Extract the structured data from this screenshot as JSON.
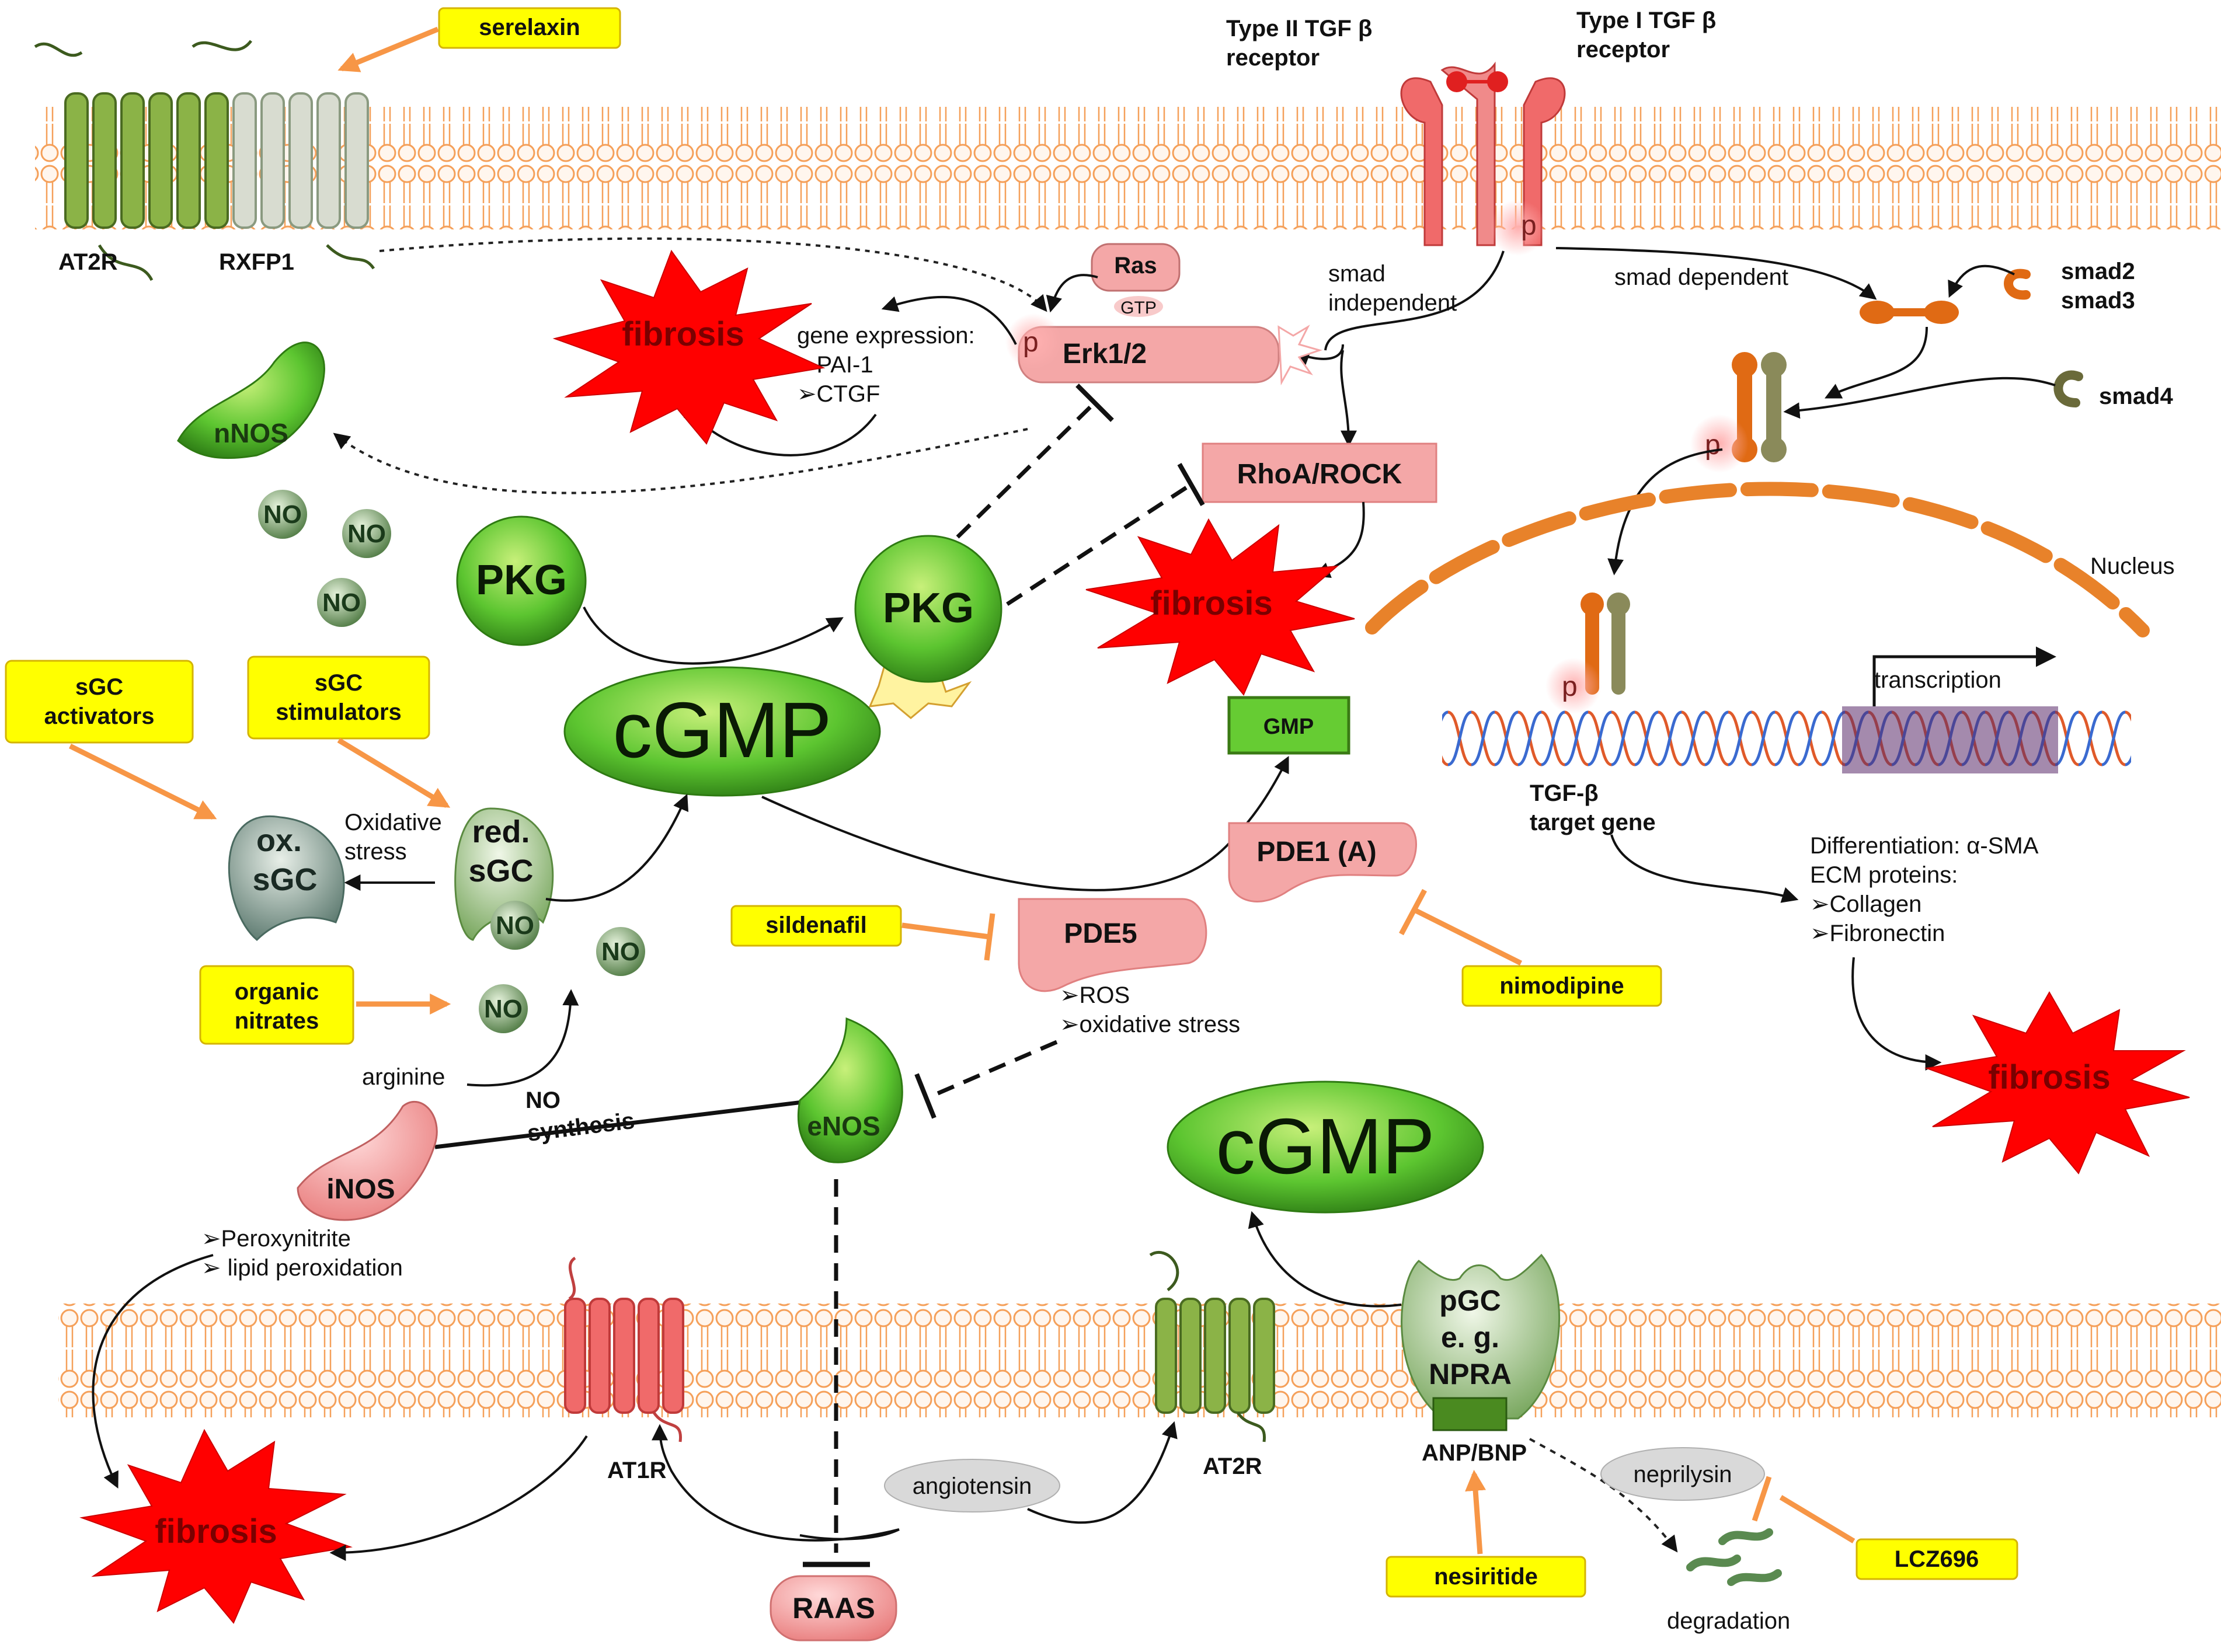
{
  "drugs": {
    "serelaxin": "serelaxin",
    "sgc_activators": [
      "sGC",
      "activators"
    ],
    "sgc_stimulators": [
      "sGC",
      "stimulators"
    ],
    "organic_nitrates": [
      "organic",
      "nitrates"
    ],
    "sildenafil": "sildenafil",
    "nimodipine": "nimodipine",
    "nesiritide": "nesiritide",
    "lcz696": "LCZ696"
  },
  "receptors": {
    "at2r_top": "AT2R",
    "rxfp1": "RXFP1",
    "type2_tgfb": [
      "Type II TGF β",
      "receptor"
    ],
    "type1_tgfb": [
      "Type I TGF β",
      "receptor"
    ],
    "at1r": "AT1R",
    "at2r_bottom": "AT2R",
    "pgc": [
      "pGC",
      "e. g.",
      "NPRA"
    ],
    "anp_bnp": "ANP/BNP"
  },
  "signaling": {
    "ras": "Ras",
    "gtp": "GTP",
    "erk": "Erk1/2",
    "p": "p",
    "rhoa_rock": "RhoA/ROCK",
    "smad_independent": [
      "smad",
      "independent"
    ],
    "smad_dependent": "smad dependent",
    "smad2": "smad2",
    "smad3": "smad3",
    "smad4": "smad4",
    "nucleus": "Nucleus",
    "transcription": "transcription",
    "target_gene": [
      "TGF-β",
      "target gene"
    ],
    "differentiation": [
      "Differentiation: α-SMA",
      "ECM proteins:",
      "➢Collagen",
      "➢Fibronectin"
    ],
    "gene_expression": [
      "gene expression:",
      "➢PAI-1",
      "➢CTGF"
    ]
  },
  "nos": {
    "nnos": "nNOS",
    "inos": "iNOS",
    "enos": "eNOS",
    "no": "NO",
    "arginine": "arginine",
    "no_synthesis": [
      "NO",
      "synthesis"
    ],
    "peroxynitrite": [
      "➢Peroxynitrite",
      "➢ lipid peroxidation"
    ]
  },
  "cgmp_axis": {
    "pkg": "PKG",
    "cgmp": "cGMP",
    "gmp": "GMP",
    "pde1": "PDE1 (A)",
    "pde5": "PDE5",
    "pde5_effects": [
      "➢ROS",
      "➢oxidative stress"
    ],
    "ox_sgc": [
      "ox.",
      "sGC"
    ],
    "red_sgc": [
      "red.",
      "sGC"
    ],
    "oxidative_stress": [
      "Oxidative",
      "stress"
    ]
  },
  "raas": {
    "raas": "RAAS",
    "angiotensin": "angiotensin",
    "neprilysin": "neprilysin",
    "degradation": "degradation"
  },
  "outcome": {
    "fibrosis": "fibrosis"
  },
  "colors": {
    "drug_box": "#ffff00",
    "drug_arrow": "#f79646",
    "membrane": "#f5a05a",
    "fibrosis": "#ff0000",
    "cgmp": "#66cc33",
    "receptor_red": "#f08080",
    "receptor_green": "#7aa04a",
    "pde": "#f4a7a7"
  }
}
